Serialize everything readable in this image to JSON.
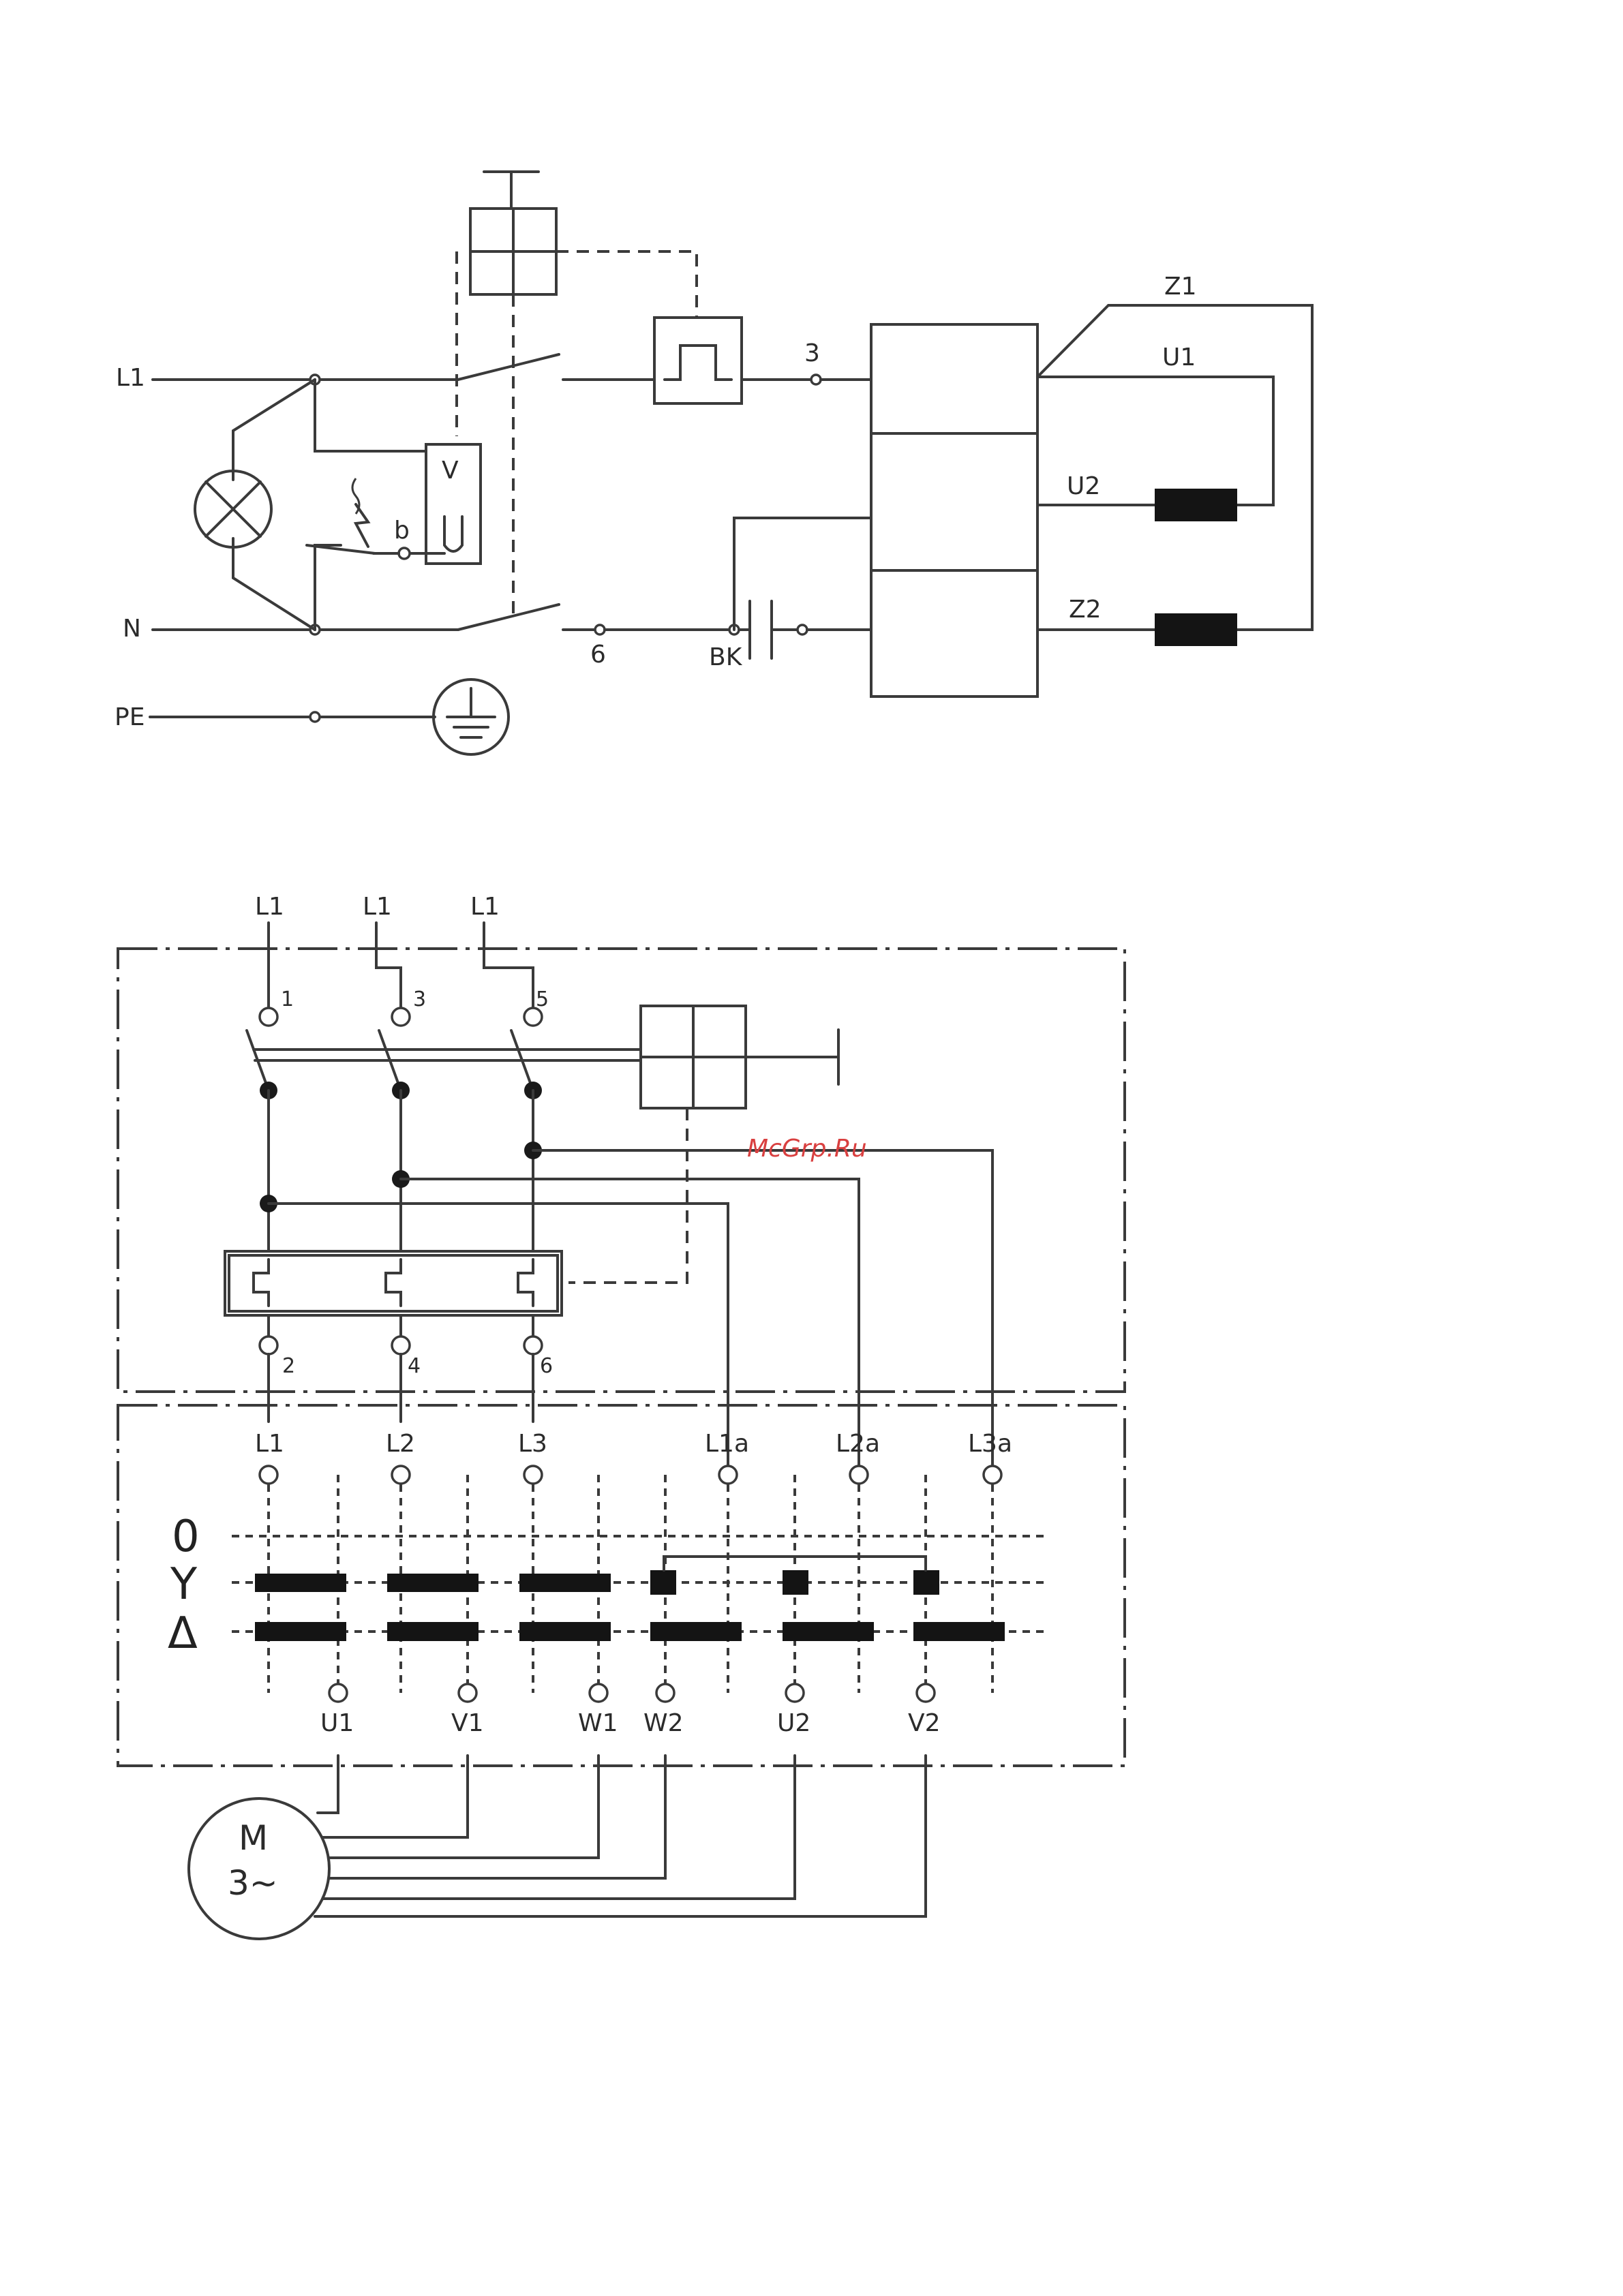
{
  "diagram1": {
    "mains_labels": {
      "l1": "L1",
      "n": "N",
      "pe": "PE"
    },
    "relay_label": "V",
    "thermal_contact_label": "b",
    "node_labels": {
      "n3": "3",
      "n6": "6",
      "bk": "BK"
    },
    "winding_labels": {
      "z1": "Z1",
      "u1": "U1",
      "u2": "U2",
      "z2": "Z2"
    }
  },
  "diagram2": {
    "supply_labels": [
      "L1",
      "L1",
      "L1"
    ],
    "top_terminals": [
      "1",
      "3",
      "5"
    ],
    "bottom_terminals": [
      "2",
      "4",
      "6"
    ],
    "switch_inputs": [
      "L1",
      "L2",
      "L3",
      "L1a",
      "L2a",
      "L3a"
    ],
    "switch_outputs": [
      "U1",
      "V1",
      "W1",
      "W2",
      "U2",
      "V2"
    ],
    "position_symbols": {
      "off": "0",
      "star": "Y",
      "delta": "Δ"
    },
    "motor": {
      "line1": "M",
      "line2": "3~"
    }
  },
  "watermark": "McGrp.Ru"
}
